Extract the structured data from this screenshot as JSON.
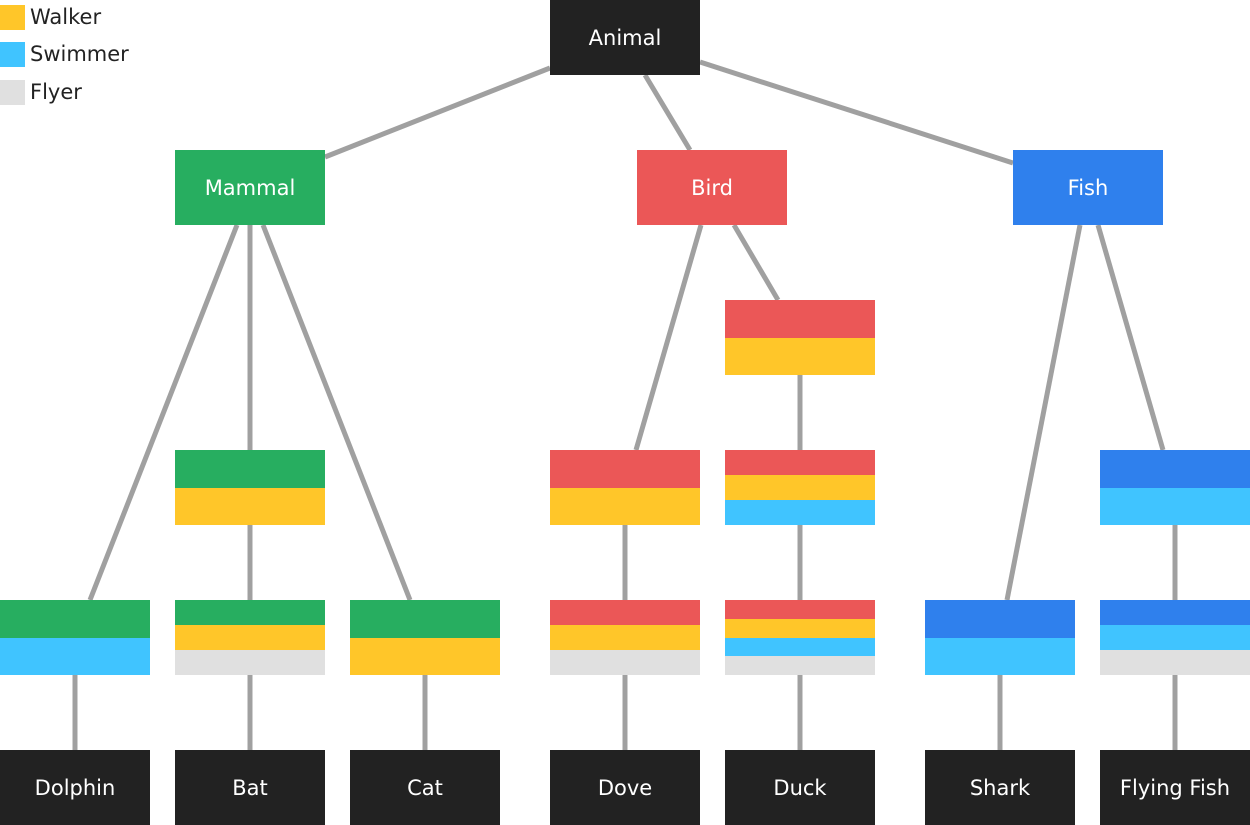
{
  "colors": {
    "mammal": "#27ae60",
    "bird": "#eb5757",
    "fish": "#2f80ed",
    "walker": "#ffc629",
    "swimmer": "#40c4ff",
    "flyer": "#e0e0e0",
    "leaf": "#222222",
    "edge": "#a0a0a0"
  },
  "legend": [
    {
      "label": "Walker",
      "color": "#ffc629"
    },
    {
      "label": "Swimmer",
      "color": "#40c4ff"
    },
    {
      "label": "Flyer",
      "color": "#e0e0e0"
    }
  ],
  "nodes": {
    "animal": {
      "label": "Animal"
    },
    "mammal": {
      "label": "Mammal"
    },
    "bird": {
      "label": "Bird"
    },
    "fish": {
      "label": "Fish"
    },
    "dolphin": {
      "label": "Dolphin"
    },
    "bat": {
      "label": "Bat"
    },
    "cat": {
      "label": "Cat"
    },
    "dove": {
      "label": "Dove"
    },
    "duck": {
      "label": "Duck"
    },
    "shark": {
      "label": "Shark"
    },
    "flying_fish": {
      "label": "Flying Fish"
    }
  },
  "stacks": {
    "mammal_walker": [
      "mammal",
      "walker"
    ],
    "bird_walker": [
      "bird",
      "walker"
    ],
    "bird_walker_top": [
      "bird",
      "walker"
    ],
    "bird_walker_swimmer": [
      "bird",
      "walker",
      "swimmer"
    ],
    "fish_swimmer": [
      "fish",
      "swimmer"
    ],
    "dolphin": [
      "mammal",
      "swimmer"
    ],
    "bat": [
      "mammal",
      "walker",
      "flyer"
    ],
    "cat": [
      "mammal",
      "walker"
    ],
    "dove": [
      "bird",
      "walker",
      "flyer"
    ],
    "duck": [
      "bird",
      "walker",
      "swimmer",
      "flyer"
    ],
    "shark": [
      "fish",
      "swimmer"
    ],
    "flying_fish": [
      "fish",
      "swimmer",
      "flyer"
    ]
  }
}
